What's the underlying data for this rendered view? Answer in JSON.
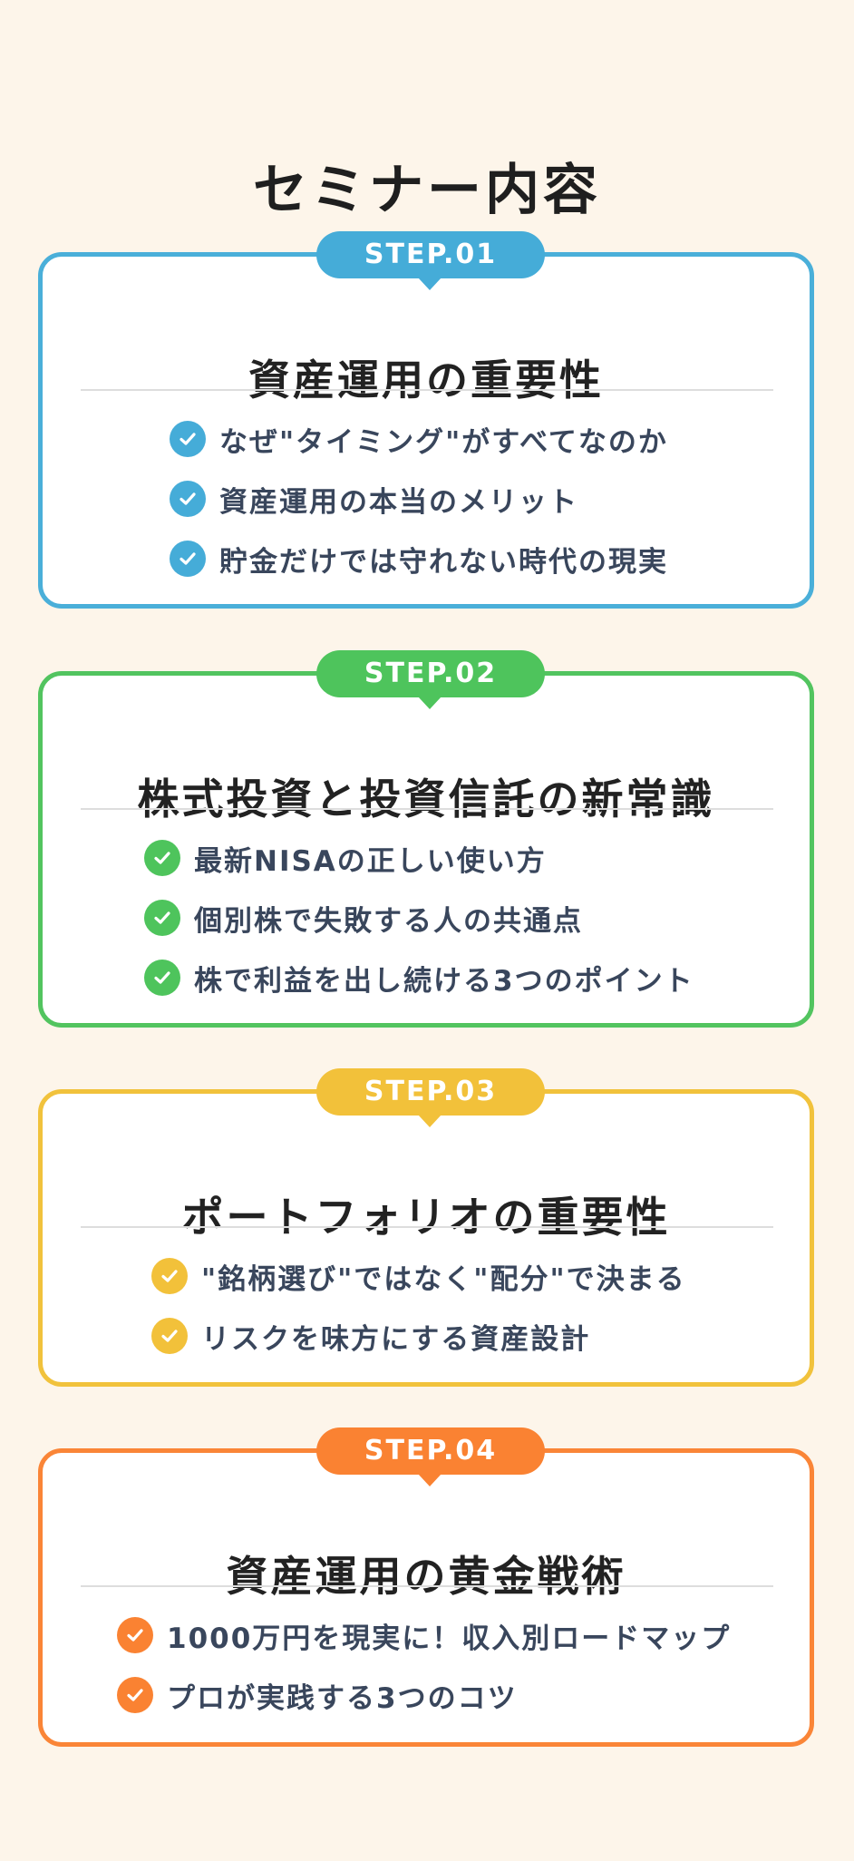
{
  "page": {
    "title": "セミナー内容"
  },
  "colors": {
    "background": "#fdf5ea",
    "step1": "#45acd8",
    "step2": "#4ec45c",
    "step3": "#f2c13a",
    "step4": "#fa8232",
    "item_text": "#39465c"
  },
  "steps": [
    {
      "badge": "STEP.01",
      "heading": "資産運用の重要性",
      "items": [
        "なぜ\"タイミング\"がすべてなのか",
        "資産運用の本当のメリット",
        "貯金だけでは守れない時代の現実"
      ]
    },
    {
      "badge": "STEP.02",
      "heading": "株式投資と投資信託の新常識",
      "items": [
        "最新NISAの正しい使い方",
        "個別株で失敗する人の共通点",
        "株で利益を出し続ける3つのポイント"
      ]
    },
    {
      "badge": "STEP.03",
      "heading": "ポートフォリオの重要性",
      "items": [
        "\"銘柄選び\"ではなく\"配分\"で決まる",
        "リスクを味方にする資産設計"
      ]
    },
    {
      "badge": "STEP.04",
      "heading": "資産運用の黄金戦術",
      "items": [
        "1000万円を現実に！収入別ロードマップ",
        "プロが実践する3つのコツ"
      ]
    }
  ]
}
